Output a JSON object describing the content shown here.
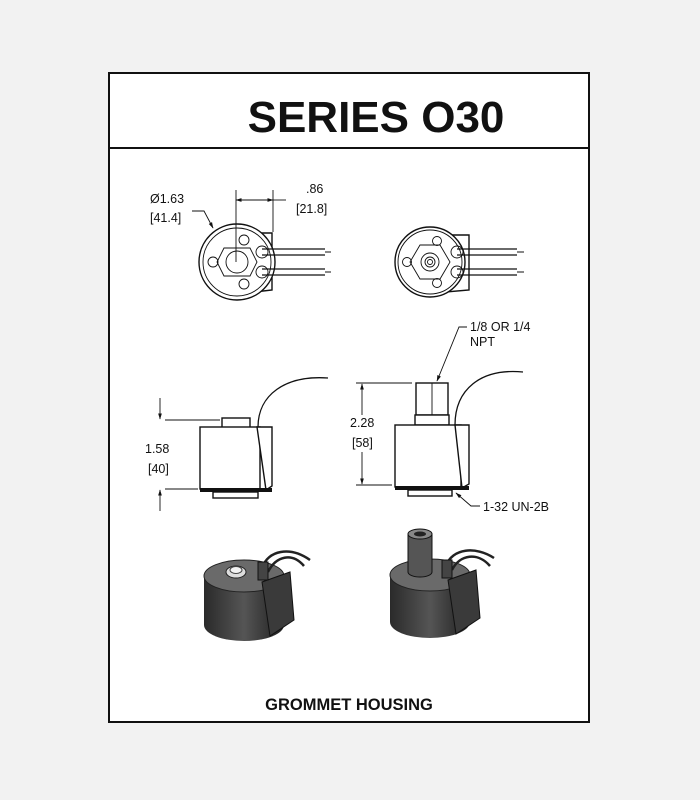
{
  "title": "SERIES O30",
  "caption": "GROMMET HOUSING",
  "dimensions": {
    "diameter_in": "Ø1.63",
    "diameter_mm": "[41.4]",
    "offset_in": ".86",
    "offset_mm": "[21.8]",
    "height_short_in": "1.58",
    "height_short_mm": "[40]",
    "height_tall_in": "2.28",
    "height_tall_mm": "[58]"
  },
  "callouts": {
    "npt_line1": "1/8 OR 1/4",
    "npt_line2": "NPT",
    "thread": "1-32 UN-2B"
  }
}
